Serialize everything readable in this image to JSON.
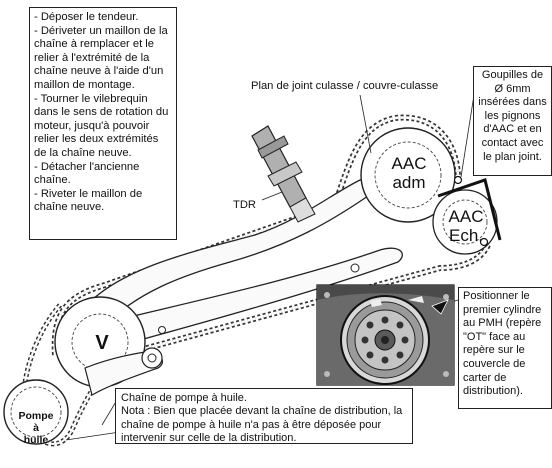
{
  "steps": [
    "- Déposer le tendeur.",
    "- Dériveter un maillon de la chaîne à remplacer et le relier à l'extrémité de la chaîne neuve à l'aide d'un maillon de montage.",
    "- Tourner le vilebrequin dans le sens de rotation du moteur, jusqu'à pouvoir relier les deux extrémités de la chaîne neuve.",
    "- Détacher l'ancienne chaîne.",
    "- Riveter le maillon de chaîne neuve."
  ],
  "labels": {
    "plan_joint": "Plan de joint culasse / couvre-culasse",
    "tdr": "TDR",
    "aac_adm_line1": "AAC",
    "aac_adm_line2": "adm",
    "aac_ech_line1": "AAC",
    "aac_ech_line2": "Ech.",
    "vilebrequin": "V",
    "pompe_line1": "Pompe",
    "pompe_line2": "à",
    "pompe_line3": "huile"
  },
  "goupilles_note": "Goupilles de Ø 6mm insérées dans les pignons d'AAC et en contact avec le plan joint.",
  "pmh_note": "Positionner le premier cylindre au PMH (repère \"OT\" face au repère sur le couvercle de carter de distribution).",
  "pump_chain_note": {
    "line1": "Chaîne de pompe à huile.",
    "line2": "Nota : Bien que placée devant la chaîne de distribution, la chaîne de pompe à huile n'a pas à être déposée pour intervenir sur celle de la distribution."
  },
  "colors": {
    "line": "#222222",
    "fill_light": "#f2f2f2",
    "fill_gray": "#b0b0b0",
    "photo_dark": "#3a3a3a"
  }
}
